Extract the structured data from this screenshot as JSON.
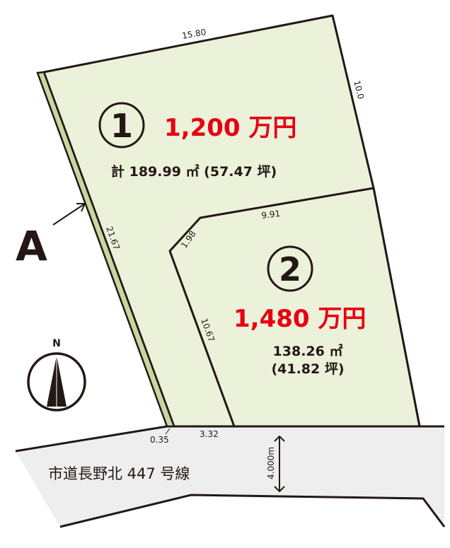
{
  "colors": {
    "lot_fill": "#ecf1da",
    "strip_fill": "#c8d79e",
    "road_fill": "#eeeeee",
    "price_red": "#e60012",
    "ink": "#231815"
  },
  "lots": [
    {
      "number": "①",
      "price": "1,200 万円",
      "area": "計 189.99 ㎡ (57.47 坪)"
    },
    {
      "number": "②",
      "price": "1,480 万円",
      "area_m2": "138.26 ㎡",
      "area_tsubo": "(41.82 坪)"
    }
  ],
  "dimensions": {
    "top": "15.80",
    "right_upper": "10.0",
    "left": "21.67",
    "lot2_top": "9.91",
    "lot2_corner": "1.98",
    "lot2_left": "10.67",
    "strip_width": "0.35",
    "frontage": "3.32",
    "road_width": "4.000m"
  },
  "road_name": "市道長野北 447 号線",
  "view_marker": "A",
  "compass": {
    "label": "N"
  }
}
